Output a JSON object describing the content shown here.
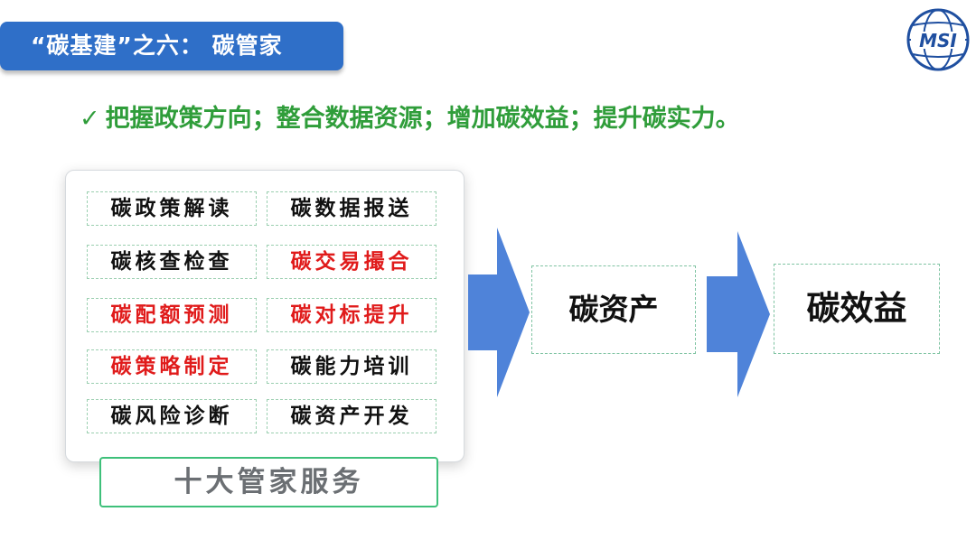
{
  "header": {
    "title": "“碳基建”之六： 碳管家",
    "logo_text": "MSI"
  },
  "tagline": {
    "check": "✓",
    "text": "把握政策方向；整合数据资源；增加碳效益；提升碳实力。"
  },
  "services": [
    {
      "label": "碳政策解读",
      "highlight": false
    },
    {
      "label": "碳数据报送",
      "highlight": false
    },
    {
      "label": "碳核查检查",
      "highlight": false
    },
    {
      "label": "碳交易撮合",
      "highlight": true
    },
    {
      "label": "碳配额预测",
      "highlight": true
    },
    {
      "label": "碳对标提升",
      "highlight": true
    },
    {
      "label": "碳策略制定",
      "highlight": true
    },
    {
      "label": "碳能力培训",
      "highlight": false
    },
    {
      "label": "碳风险诊断",
      "highlight": false
    },
    {
      "label": "碳资产开发",
      "highlight": false
    }
  ],
  "panel_label": "十大管家服务",
  "results": {
    "asset": "碳资产",
    "benefit": "碳效益"
  },
  "colors": {
    "banner": "#2f6fc8",
    "tagline": "#2f9d3a",
    "highlight_text": "#e01b1b",
    "arrow": "#4f83d9"
  }
}
